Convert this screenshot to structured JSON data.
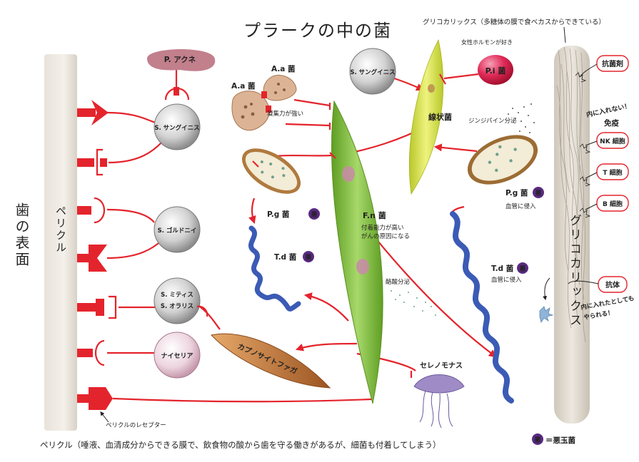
{
  "title": "プラークの中の菌",
  "surface": {
    "tooth_surface": "歯の表面",
    "pellicle": "ペリクル",
    "receptor_note": "ペリクルのレセプター"
  },
  "glycocalyx": {
    "top_note": "グリコカリックス（多糖体の膜で食べカスからできている）",
    "vertical_label": "グリコカリックス"
  },
  "bacteria": {
    "p_acne": "P. アクネ",
    "s_sanguinis_left": "S. サングイニス",
    "s_gordonii": "S. ゴルドニイ",
    "s_mitis": "S. ミティス",
    "s_oralis": "S. オラリス",
    "neisseria": "ナイセリア",
    "aa1": "A.a 菌",
    "aa2": "A.a 菌",
    "aa_note": "凝集力が強い",
    "s_sanguinis_top": "S. サングイニス",
    "filament": "線状菌",
    "pi": "P.i 菌",
    "pi_note": "女性ホルモンが好き",
    "gingipain": "ジンジパイン分泌",
    "pg1": "P.g 菌",
    "pg2": "P.g 菌",
    "pg2_note": "血管に侵入",
    "fn": "F.n 菌",
    "fn_note1": "付着能力が高い",
    "fn_note2": "がんの原因になる",
    "butyric": "酪酸分泌",
    "td1": "T.d 菌",
    "td2": "T.d 菌",
    "td2_note": "血管に侵入",
    "capno": "カプノサイトファガ",
    "selenomonas": "セレノモナス"
  },
  "bad_badge": "悪",
  "legend_text": "＝悪玉菌",
  "defense": {
    "antibacterial": "抗菌剤",
    "cannot_enter": "内に入れない！",
    "immunity": "免疫",
    "nk": "NK 細胞",
    "t": "T 細胞",
    "b": "B 細胞",
    "antibody": "抗体",
    "enter_note1": "内に入れたとしても",
    "enter_note2": "やられる！"
  },
  "footer": "ペリクル（唾液、血清成分からできる膜で、飲食物の酸から歯を守る働きがあるが、細菌も付着してしまう）",
  "colors": {
    "red": "#e4242c",
    "sphere": "#c9c9c9",
    "acne": "#c27f8c",
    "fn": "#8ec63f",
    "filament": "#d6e24a",
    "pi": "#e0224f",
    "spiro": "#3b5bb5",
    "capno": "#b3682a",
    "badge": "#5a2a82"
  }
}
